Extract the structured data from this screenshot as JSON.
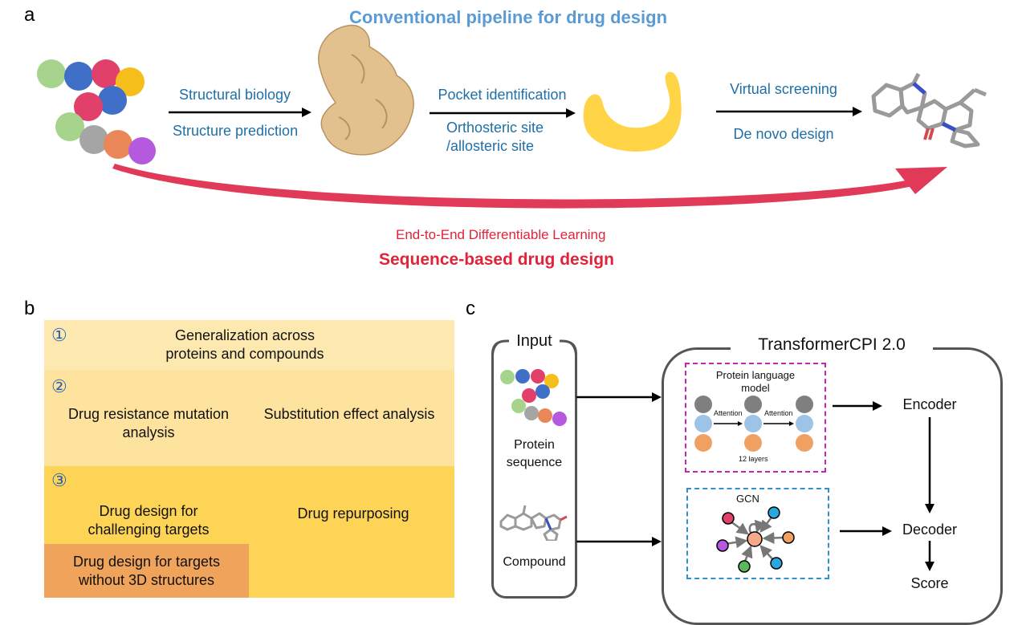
{
  "panel_labels": {
    "a": "a",
    "b": "b",
    "c": "c"
  },
  "a": {
    "title": "Conventional pipeline for drug design",
    "step1": {
      "line1": "Structural biology",
      "line2": "Structure prediction"
    },
    "step2": {
      "line1": "Pocket identification",
      "line2": "Orthosteric site",
      "line3": "/allosteric site"
    },
    "step3": {
      "line1": "Virtual screening",
      "line2": "De novo design"
    },
    "e2e": "End-to-End Differentiable Learning",
    "seq": "Sequence-based drug design",
    "colors": {
      "blue_title": "#5b9bd5",
      "step_text": "#1f6fa8",
      "red": "#e0233a",
      "protein": "#e3c18f",
      "pocket": "#ffd447"
    }
  },
  "b": {
    "row1": {
      "num": "①",
      "text1": "Generalization across",
      "text2": "proteins and compounds"
    },
    "row2": {
      "num": "②",
      "left1": "Drug resistance mutation",
      "left2": "analysis",
      "right": "Substitution effect analysis"
    },
    "row3": {
      "num": "③",
      "left1": "Drug design for",
      "left2": "challenging targets",
      "right": "Drug repurposing",
      "box1": "Drug design for targets",
      "box2": "without 3D structures"
    },
    "colors": {
      "row1": "#fde9b0",
      "row2": "#fde39e",
      "row3": "#fdd455",
      "orange": "#f0a35a"
    }
  },
  "c": {
    "input_title": "Input",
    "protein_label1": "Protein",
    "protein_label2": "sequence",
    "compound_label": "Compound",
    "model_title": "TransformerCPI 2.0",
    "plm_title1": "Protein language",
    "plm_title2": "model",
    "attention1": "Attention",
    "attention2": "Attention",
    "layers": "12 layers",
    "gcn": "GCN",
    "encoder": "Encoder",
    "decoder": "Decoder",
    "score": "Score"
  }
}
